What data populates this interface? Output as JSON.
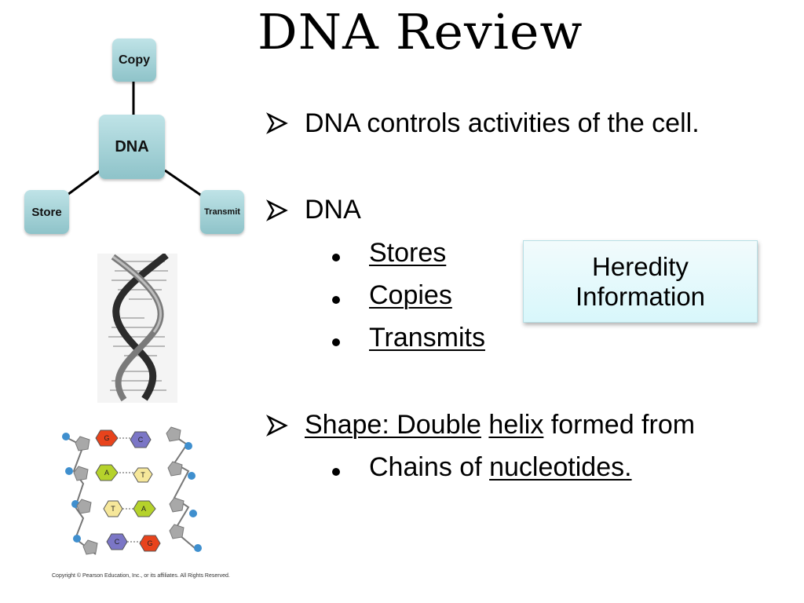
{
  "title": "DNA Review",
  "diagram": {
    "center": "DNA",
    "top": "Copy",
    "left": "Store",
    "right": "Transmit"
  },
  "bullets": {
    "b1": "DNA controls activities of the cell.",
    "b2": "DNA",
    "sub": [
      "Stores",
      "Copies",
      "Transmits"
    ],
    "b3_part1": "Shape: Double",
    "b3_part2": "helix",
    "b3_part3": "formed from",
    "b3_sub_part1": "Chains of",
    "b3_sub_part2": "nucleotides."
  },
  "callout": {
    "line1": "Heredity",
    "line2": "Information"
  },
  "nucleotide_labels": {
    "row1": [
      "G",
      "C"
    ],
    "row2": [
      "A",
      "T"
    ],
    "row3": [
      "T",
      "A"
    ],
    "row4": [
      "C",
      "G"
    ]
  },
  "copyright": "Copyright © Pearson Education, Inc., or its affiliates.  All Rights Reserved.",
  "colors": {
    "node_top": "#bfe3e7",
    "node_bottom": "#8ec3c9",
    "callout_bg": "#d8f7fb",
    "guanine": "#e8431c",
    "cytosine": "#7b76c6",
    "adenine": "#b5d22b",
    "thymine": "#f6e79a",
    "sugar": "#a8a8a8",
    "phosphate": "#3f8fce"
  }
}
